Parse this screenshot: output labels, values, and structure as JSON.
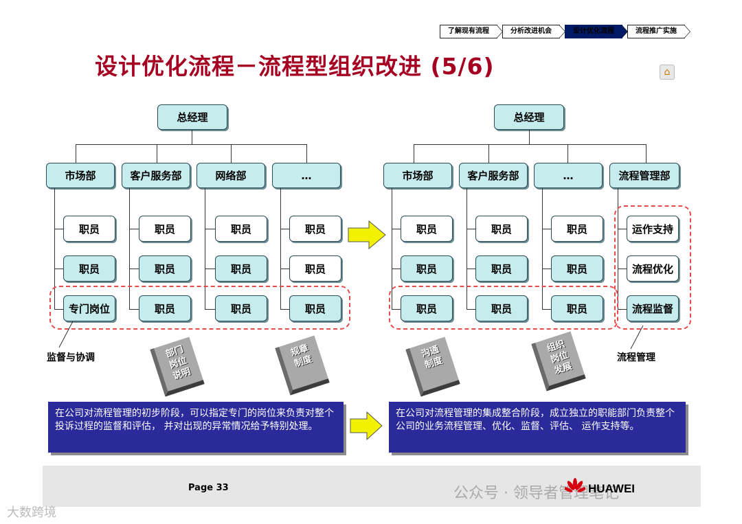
{
  "breadcrumb": [
    "了解现有流程",
    "分析改进机会",
    "设计优化流程",
    "流程推广实施"
  ],
  "title": "设计优化流程－流程型组织改进 (5/6)",
  "left": {
    "gm": "总经理",
    "depts": [
      "市场部",
      "客户服务部",
      "网络部",
      "…"
    ],
    "rows": [
      [
        "职员",
        "职员",
        "职员",
        "职员"
      ],
      [
        "职员",
        "职员",
        "职员",
        "职员"
      ],
      [
        "专门岗位",
        "职员",
        "职员",
        "职员"
      ]
    ],
    "annotation": "监督与协调",
    "books": [
      "部门\n岗位\n说明",
      "规章\n制度"
    ],
    "description": "在公司对流程管理的初步阶段，可以指定专门的岗位来负责对整个投诉过程的监督和评估，  并对出现的异常情况给予特别处理。"
  },
  "right": {
    "gm": "总经理",
    "depts": [
      "市场部",
      "客户服务部",
      "…",
      "流程管理部"
    ],
    "rows": [
      [
        "职员",
        "职员",
        "职员",
        "运作支持"
      ],
      [
        "职员",
        "职员",
        "职员",
        "流程优化"
      ],
      [
        "职员",
        "职员",
        "职员",
        "流程监督"
      ]
    ],
    "annotation": "流程管理",
    "books": [
      "沟通\n制度",
      "组织\n岗位\n发展"
    ],
    "description": "在公司对流程管理的集成整合阶段，成立独立的职能部门负责整个公司的业务流程管理、优化、监督、评估、 运作支持等。"
  },
  "footer": {
    "page": "Page 33",
    "watermark": "公众号 · 领导者管理笔记",
    "logo": "HUAWEI",
    "watermark2": "大数跨境"
  },
  "icons": {
    "home": "home-icon",
    "arrow": "right-arrow-icon"
  },
  "colors": {
    "title": "#a50021",
    "box": "#c6ecee",
    "dash": "#e54a4a",
    "blue": "#2b2a9a"
  }
}
